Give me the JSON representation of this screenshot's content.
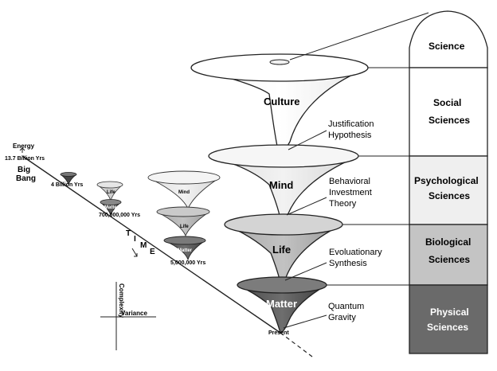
{
  "origin": {
    "energy": "Energy",
    "years": "13.7 Billion Yrs",
    "big": "Big",
    "bang": "Bang"
  },
  "timeline": {
    "time_letters": [
      "T",
      "I",
      "M",
      "E"
    ],
    "years": [
      "4 Billion Yrs",
      "700,000,000 Yrs",
      "5,000,000 Yrs"
    ],
    "present": "Present"
  },
  "mini_cones": {
    "stage2": [
      "Life",
      "Matter"
    ],
    "stage3": [
      "Mind",
      "Life",
      "Matter"
    ]
  },
  "main_cones": [
    "Culture",
    "Mind",
    "Life",
    "Matter"
  ],
  "theories": [
    [
      "Justification",
      "Hypothesis"
    ],
    [
      "Behavioral",
      "Investment",
      "Theory"
    ],
    [
      "Evoluationary",
      "Synthesis"
    ],
    [
      "Quantum",
      "Gravity"
    ]
  ],
  "sciences": {
    "top": "Science",
    "rows": [
      {
        "line1": "Social",
        "line2": "Sciences",
        "fill": "#ffffff"
      },
      {
        "line1": "Psychological",
        "line2": "Sciences",
        "fill": "#eeeeee"
      },
      {
        "line1": "Biological",
        "line2": "Sciences",
        "fill": "#c4c4c4"
      },
      {
        "line1": "Physical",
        "line2": "Sciences",
        "fill": "#6a6a6a"
      }
    ]
  },
  "axes": {
    "complexity": "Complexity",
    "variance": "Variance"
  },
  "colors": {
    "culture": "#ffffff",
    "mind": "#ebebeb",
    "life": "#b4b4b4",
    "matter": "#555555",
    "line": "#222222"
  }
}
